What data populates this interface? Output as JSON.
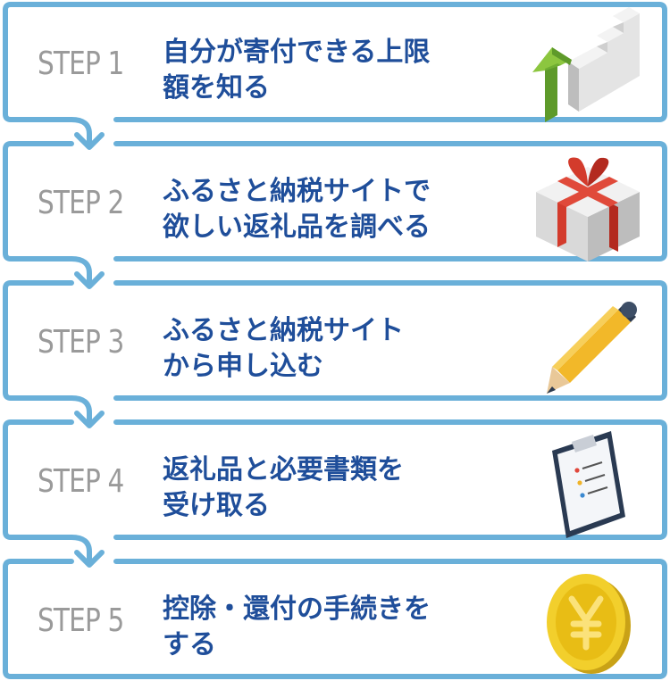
{
  "colors": {
    "frame": "#6ab0d9",
    "step_label": "#9a9a9a",
    "step_text": "#1f4e9a"
  },
  "steps": [
    {
      "label": "STEP 1",
      "lines": [
        "自分が寄付できる上限",
        "額を知る"
      ],
      "icon": "stairs-up-arrow-icon"
    },
    {
      "label": "STEP 2",
      "lines": [
        "ふるさと納税サイトで",
        "欲しい返礼品を調べる"
      ],
      "icon": "gift-box-icon"
    },
    {
      "label": "STEP 3",
      "lines": [
        "ふるさと納税サイト",
        "から申し込む"
      ],
      "icon": "pencil-icon"
    },
    {
      "label": "STEP 4",
      "lines": [
        "返礼品と必要書類を",
        "受け取る"
      ],
      "icon": "clipboard-icon"
    },
    {
      "label": "STEP 5",
      "lines": [
        "控除・還付の手続きを",
        "する"
      ],
      "icon": "yen-coin-icon"
    }
  ]
}
